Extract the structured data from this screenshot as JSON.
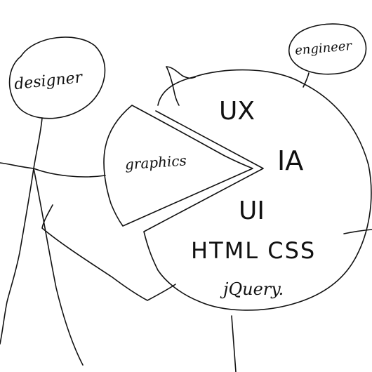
{
  "figures": {
    "left": {
      "label": "designer"
    },
    "right": {
      "label": "engineer"
    }
  },
  "pie": {
    "slice_label": "graphics",
    "main_labels": [
      "UX",
      "IA",
      "UI",
      "HTML CSS",
      "jQuery."
    ]
  },
  "colors": {
    "ink": "#111111",
    "paper": "#ffffff"
  }
}
